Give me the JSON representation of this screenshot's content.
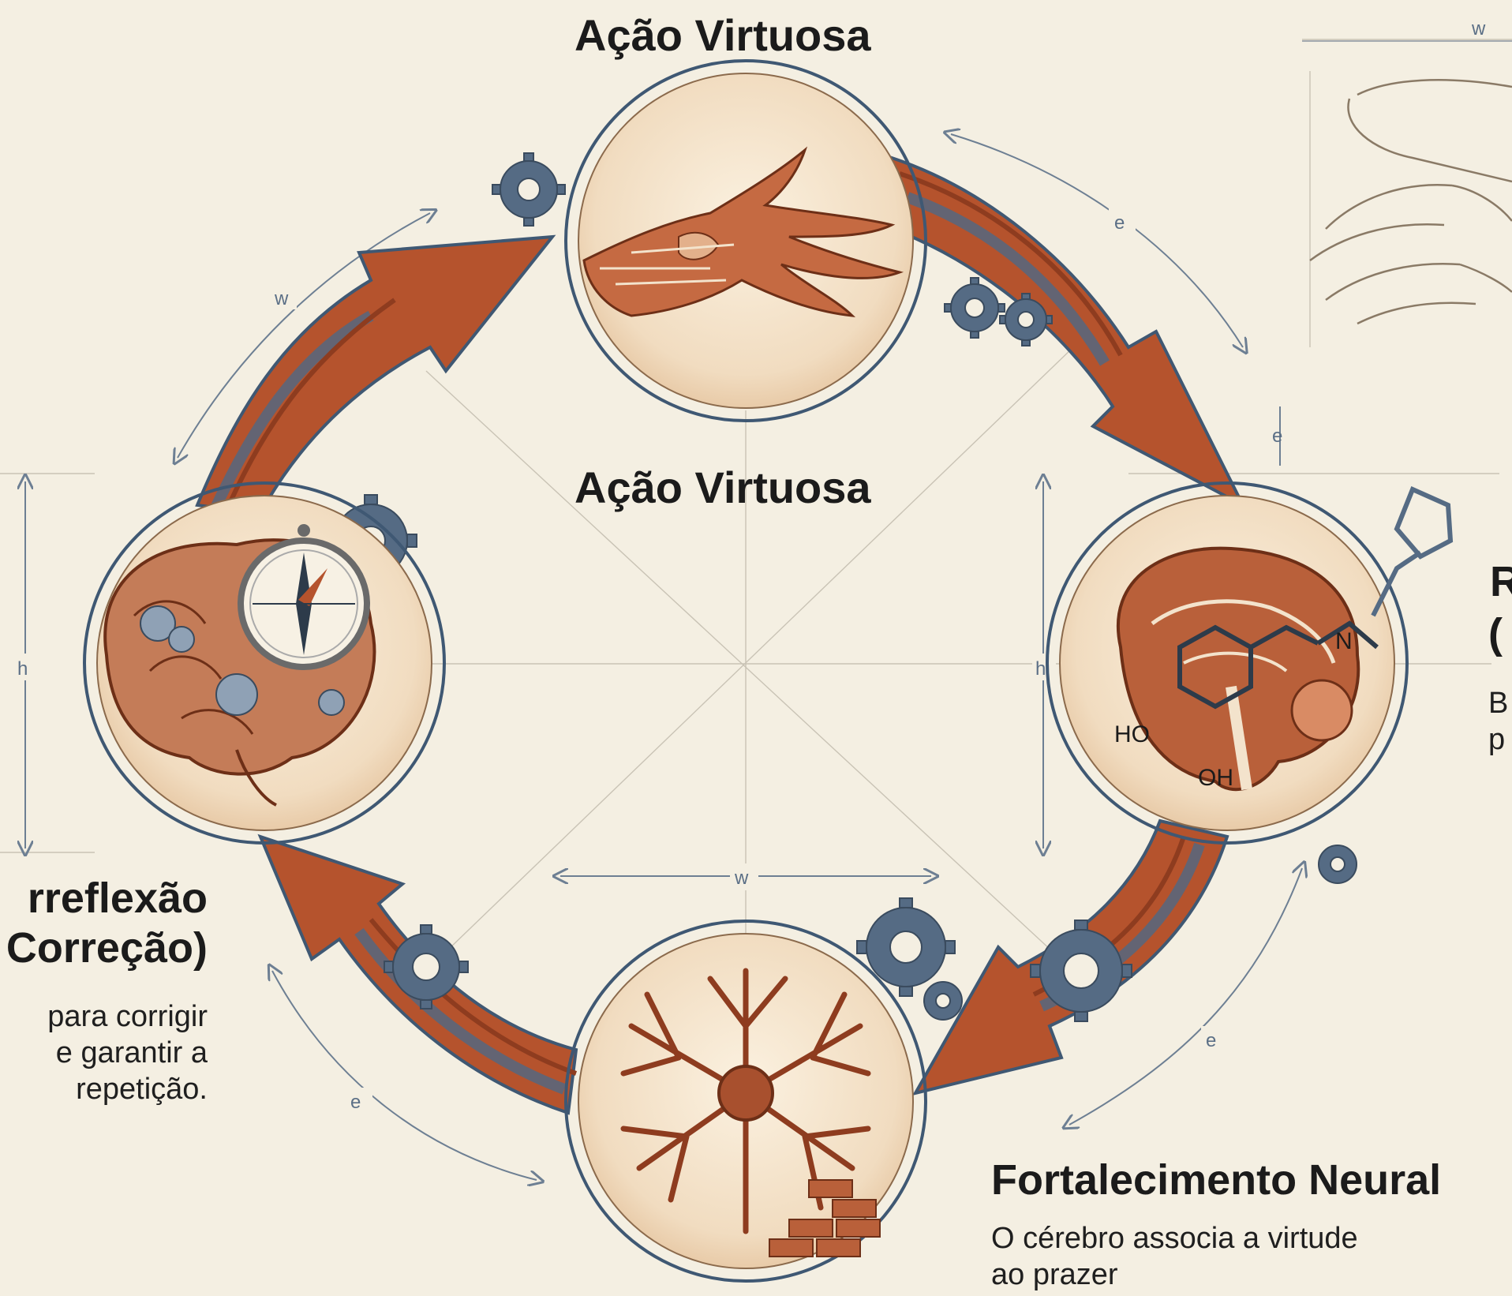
{
  "diagram": {
    "top_stage": {
      "title": "Ação Virtuosa"
    },
    "center_label": "Ação Virtuosa",
    "right_stage": {
      "title_fragment": "R",
      "subtitle_fragment": "(",
      "description_fragment_1": "B",
      "description_fragment_2": "p"
    },
    "left_stage": {
      "title_fragment": "rreflexão",
      "subtitle_fragment": "Correção)",
      "description_line_1": "para corrigir",
      "description_line_2": "e garantir a",
      "description_line_3": "repetição."
    },
    "bottom_stage": {
      "title": "Fortalecimento Neural",
      "description_line_1": "O cérebro associa a virtude",
      "description_line_2": "ao prazer"
    },
    "molecule_labels": {
      "hydroxyl_1": "HO",
      "hydroxyl_2": "OH",
      "nitrogen": "N"
    },
    "dimension_labels": {
      "top_arc": "w",
      "right_arc": "e",
      "right_vertical": "e",
      "top_right_sketch": "w",
      "left_height": "h",
      "right_height": "h",
      "bottom_width": "w",
      "bottom_left_arc": "e",
      "bottom_right_arc": "e"
    },
    "colors": {
      "background": "#f4efe2",
      "arrow_copper": "#b5532d",
      "arrow_blue": "#4f6984",
      "circle_fill": "#f3e3cc",
      "ink": "#1d1d1d",
      "gear": "#556b84"
    }
  }
}
